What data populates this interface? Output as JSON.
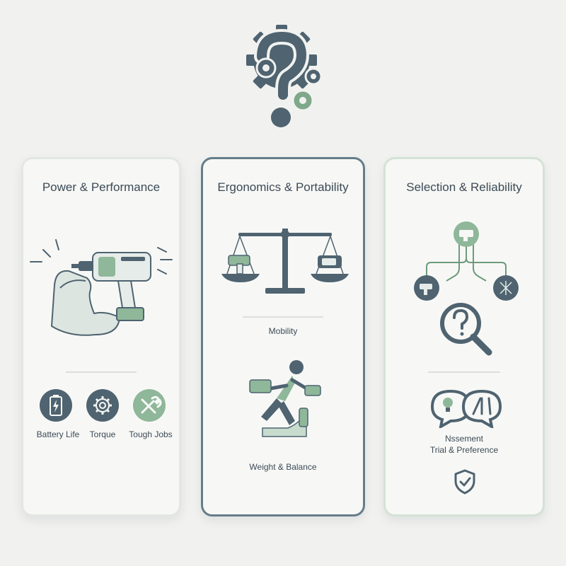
{
  "cards": [
    {
      "title": "Power & Performance",
      "features": [
        {
          "label": "Battery Life",
          "icon": "battery-icon"
        },
        {
          "label": "Torque",
          "icon": "gear-icon"
        },
        {
          "label": "Tough Jobs",
          "icon": "wrench-screwdriver-icon"
        }
      ]
    },
    {
      "title": "Ergonomics & Portability",
      "features": [
        {
          "label": "Mobility",
          "icon": "balance-scale-icon"
        },
        {
          "label": "Weight & Balance",
          "icon": "running-person-icon"
        }
      ]
    },
    {
      "title": "Selection & Reliability",
      "features": [
        {
          "label": "Nssement",
          "icon": "speech-bubbles-icon"
        },
        {
          "label": "Trial & Preference",
          "icon": "shield-check-icon"
        }
      ]
    }
  ],
  "colors": {
    "slate": "#4f6370",
    "sage": "#8fb79a",
    "light": "#dce4e0",
    "border_active": "#667d8a"
  }
}
